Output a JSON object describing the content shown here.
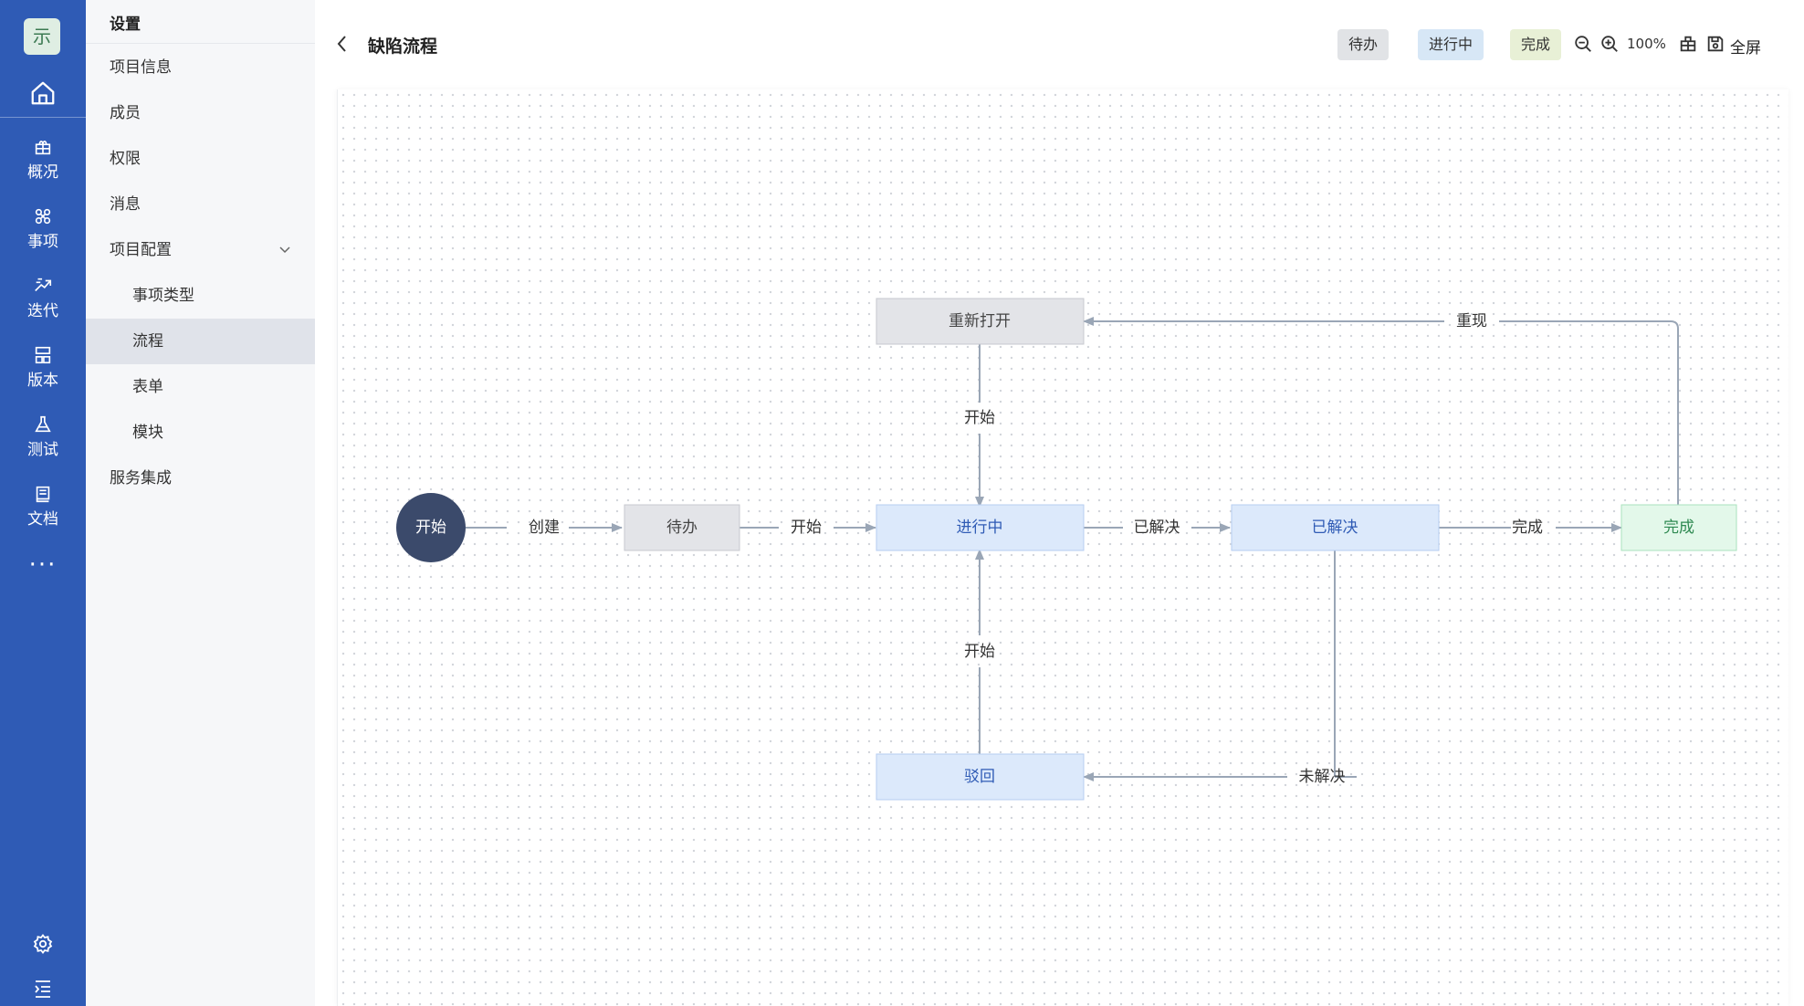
{
  "rail": {
    "logo_text": "示",
    "items": [
      {
        "label": "概况",
        "icon": "overview-icon"
      },
      {
        "label": "事项",
        "icon": "workitem-icon"
      },
      {
        "label": "迭代",
        "icon": "sprint-icon"
      },
      {
        "label": "版本",
        "icon": "version-icon"
      },
      {
        "label": "测试",
        "icon": "test-icon"
      },
      {
        "label": "文档",
        "icon": "document-icon"
      }
    ],
    "more": "···"
  },
  "sidebar": {
    "title": "设置",
    "items": [
      {
        "label": "项目信息"
      },
      {
        "label": "成员"
      },
      {
        "label": "权限"
      },
      {
        "label": "消息"
      },
      {
        "label": "项目配置",
        "expanded": true
      },
      {
        "label": "事项类型"
      },
      {
        "label": "流程",
        "active": true
      },
      {
        "label": "表单"
      },
      {
        "label": "模块"
      },
      {
        "label": "服务集成"
      }
    ]
  },
  "header": {
    "title": "缺陷流程",
    "legend": [
      {
        "label": "待办",
        "color": "#e1e3e6"
      },
      {
        "label": "进行中",
        "color": "#d7e7f6"
      },
      {
        "label": "完成",
        "color": "#e8f0d6"
      }
    ],
    "zoom": "100%",
    "fullscreen": "全屏"
  },
  "flow": {
    "colors": {
      "start_fill": "#3b4a6b",
      "todo_fill": "#e3e4e8",
      "todo_stroke": "#c7c9cf",
      "progress_fill": "#dce9fb",
      "progress_stroke": "#b6cdf1",
      "progress_text": "#2f5bb5",
      "done_fill": "#e3f8ea",
      "done_stroke": "#a9e2bd",
      "edge": "#9aa6b6"
    },
    "nodes": {
      "start": "开始",
      "todo": "待办",
      "in_progress": "进行中",
      "resolved": "已解决",
      "done": "完成",
      "reopen": "重新打开",
      "rejected": "驳回"
    },
    "edges": {
      "create": "创建",
      "start_from_todo": "开始",
      "resolve": "已解决",
      "complete": "完成",
      "reproduce": "重现",
      "start_from_reopen": "开始",
      "start_from_reject": "开始",
      "unresolved": "未解决"
    }
  }
}
